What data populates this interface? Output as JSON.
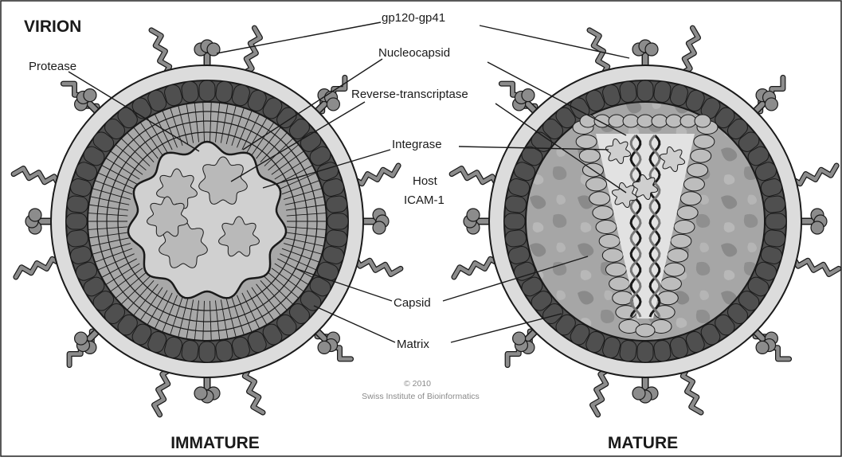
{
  "figure": {
    "title": "VIRION",
    "left_caption": "IMMATURE",
    "right_caption": "MATURE",
    "copyright_year": "© 2010",
    "copyright_org": "Swiss Institute of Bioinformatics"
  },
  "labels": {
    "gp120": "gp120-gp41",
    "protease": "Protease",
    "nucleocapsid": "Nucleocapsid",
    "reverse_transcriptase": "Reverse-transcriptase",
    "integrase": "Integrase",
    "host_line1": "Host",
    "host_line2": "ICAM-1",
    "capsid": "Capsid",
    "matrix": "Matrix"
  },
  "colors": {
    "envelope": "#dcdcdc",
    "matrix": "#4f4f4f",
    "capsid_light": "#a8a8a8",
    "core": "#d0d0d0",
    "mature_fill": "#9a9a9a",
    "spike": "#8c8c8c",
    "outline": "#1a1a1a"
  }
}
